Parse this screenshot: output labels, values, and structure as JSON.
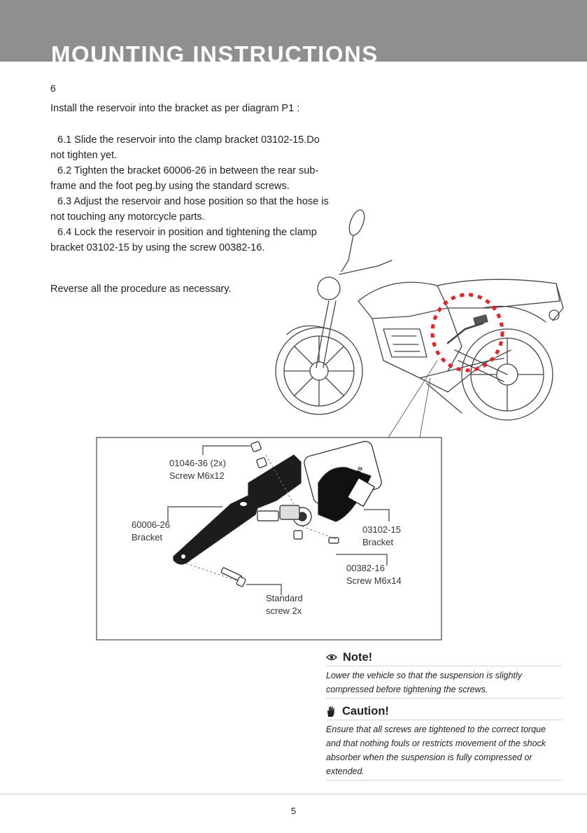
{
  "header": {
    "title": "MOUNTING INSTRUCTIONS"
  },
  "content": {
    "step_number": "6",
    "intro": "Install the reservoir into the bracket as per diagram P1 :",
    "steps": [
      "6.1 Slide the reservoir into the clamp bracket 03102-15.Do not tighten yet.",
      "6.2 Tighten the bracket 60006-26 in between the rear sub-frame and the foot peg.by using the standard screws.",
      "6.3 Adjust the reservoir and hose position so that the hose is not touching any motorcycle parts.",
      "6.4 Lock the reservoir in position and tightening the clamp bracket 03102-15 by using the screw 00382-16."
    ],
    "reverse_note": "Reverse all the procedure as necessary."
  },
  "diagram": {
    "callouts": {
      "screw_a": {
        "line1": "01046-36 (2x)",
        "line2": "Screw M6x12"
      },
      "bracket_a": {
        "line1": "60006-26",
        "line2": "Bracket"
      },
      "bracket_b": {
        "line1": "03102-15",
        "line2": "Bracket"
      },
      "screw_b": {
        "line1": "00382-16",
        "line2": "Screw M6x14"
      },
      "standard": {
        "line1": "Standard",
        "line2": "screw 2x"
      }
    },
    "brand_mark": "ÖHLINS"
  },
  "note": {
    "title": "Note!",
    "icon": "eye-icon",
    "body": "Lower the vehicle so that the suspension is slightly compressed before tightening the screws."
  },
  "caution": {
    "title": "Caution!",
    "icon": "hand-icon",
    "body": "Ensure that all screws are tightened to the correct torque and that nothing fouls or restricts movement of the shock absorber when the suspension is fully compressed or extended."
  },
  "footer": {
    "page_number": "5"
  },
  "colors": {
    "header_band": "#8e8f91",
    "highlight_ring": "#e0262b"
  }
}
